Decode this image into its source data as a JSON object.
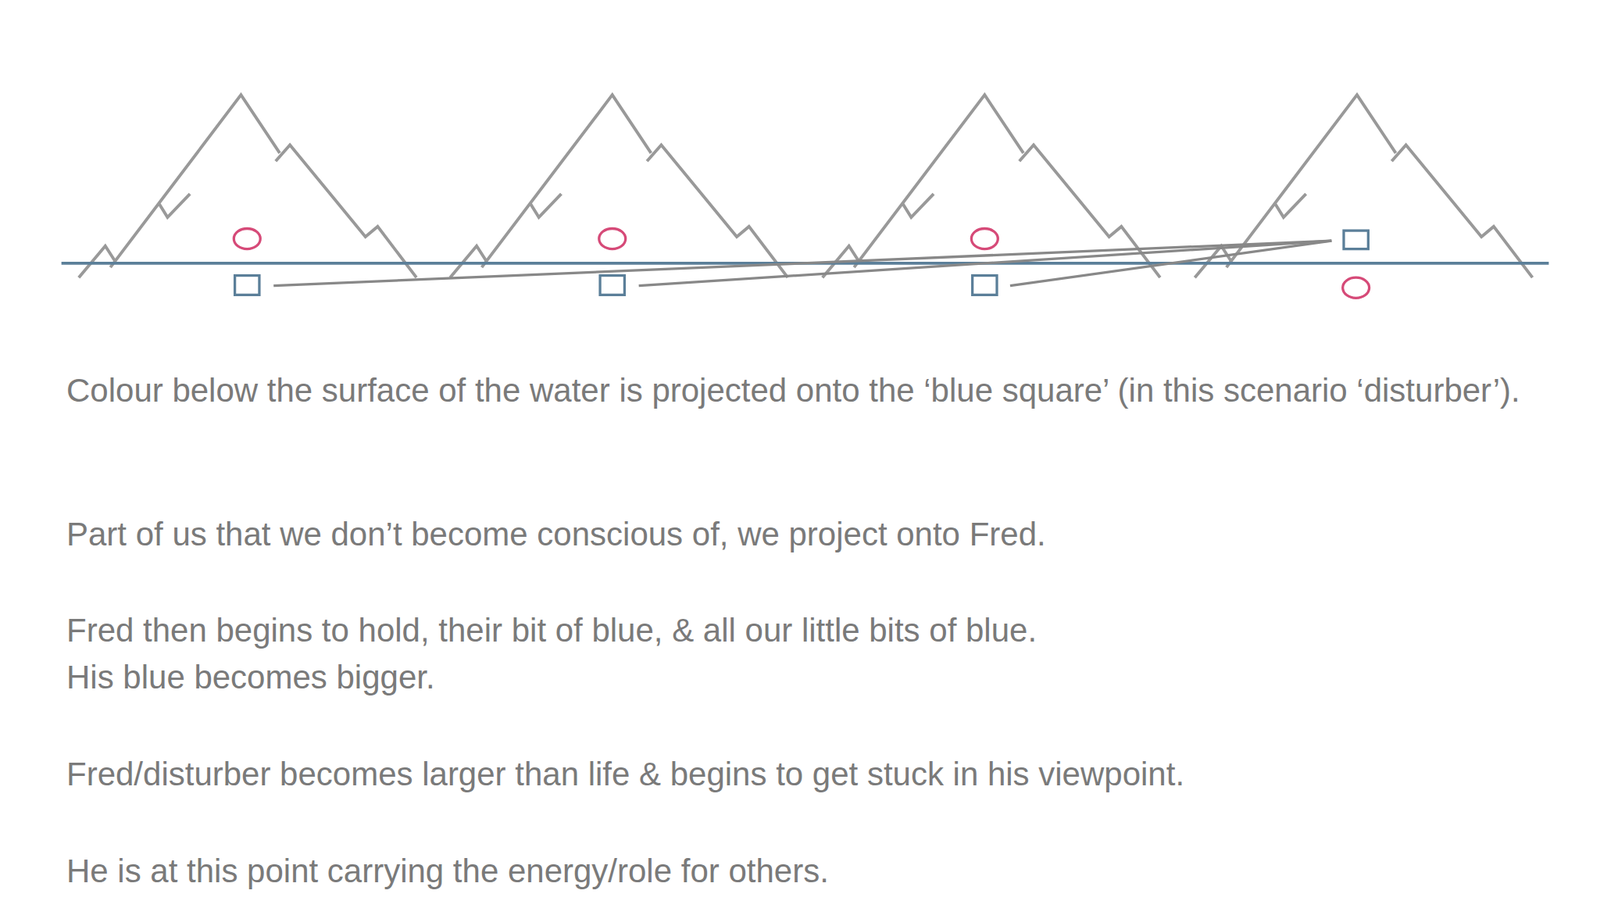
{
  "diagram": {
    "labels": [
      "Colour below the surface of the water is projected onto the ‘blue square’ (in this scenario ‘disturber’).",
      "Part of us that we don’t become conscious of, we project onto Fred.",
      "Fred then begins to hold, their bit of blue, & all our little bits of blue.",
      "His blue becomes bigger.",
      "Fred/disturber becomes larger than life & begins to get stuck in his viewpoint.",
      "He is at this point carrying the energy/role for others."
    ]
  }
}
